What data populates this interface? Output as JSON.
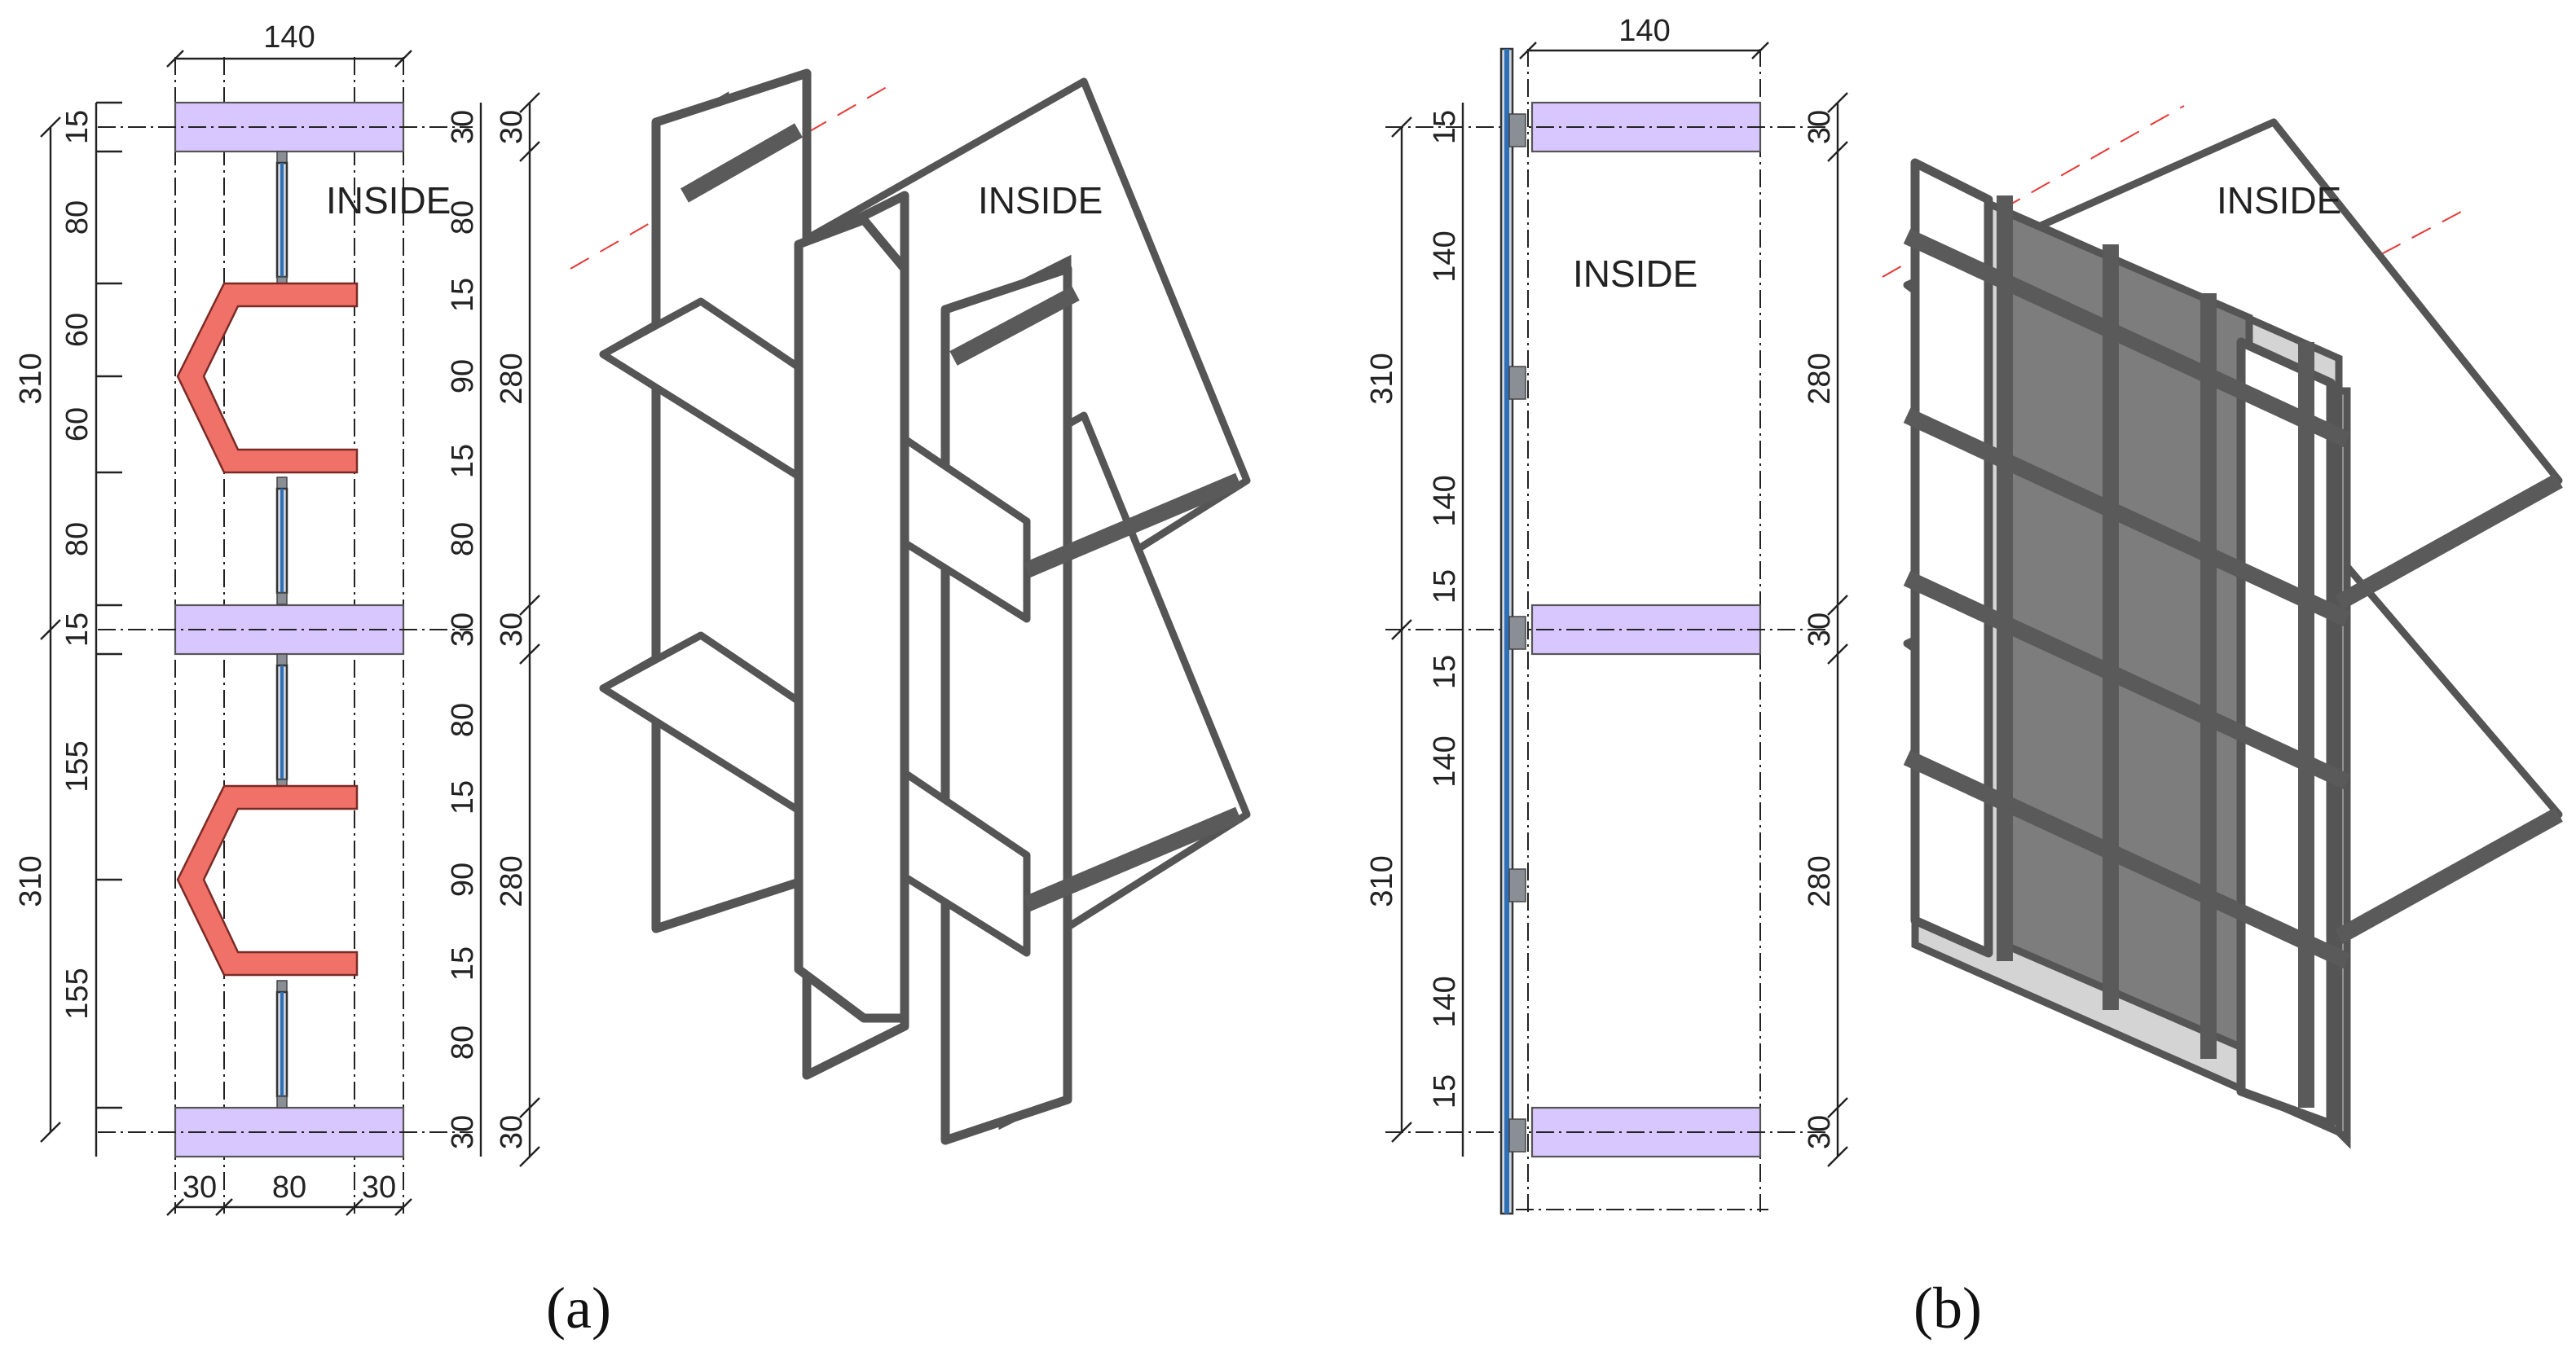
{
  "panel_a": {
    "caption": "(a)",
    "inside_plan": "INSIDE",
    "inside_iso": "INSIDE",
    "top_width": "140",
    "left_dims": {
      "s1": "15",
      "w1": "80",
      "f1": "60",
      "f2": "60",
      "w2": "80",
      "s2": "15",
      "w3": "155",
      "w4": "155",
      "total1": "310",
      "total2": "310"
    },
    "right_dims": {
      "a1": "30",
      "a2": "80",
      "a3": "15",
      "a4": "90",
      "a5": "15",
      "a6": "80",
      "a7": "30",
      "a8": "80",
      "a9": "15",
      "a10": "90",
      "a11": "15",
      "a12": "80",
      "a13": "30"
    },
    "right_outer": {
      "b1": "30",
      "b2": "280",
      "b3": "30",
      "b4": "280",
      "b5": "30"
    },
    "bottom_dims": {
      "l": "30",
      "c": "80",
      "r": "30"
    }
  },
  "panel_b": {
    "caption": "(b)",
    "inside_plan": "INSIDE",
    "inside_iso": "INSIDE",
    "top_width": "140",
    "left_dims": {
      "s1": "15",
      "g1": "140",
      "g2": "140",
      "s2": "15",
      "s3": "15",
      "g3": "140",
      "g4": "140",
      "s4": "15",
      "total1": "310",
      "total2": "310"
    },
    "right_dims": {
      "c1": "30",
      "c2": "280",
      "c3": "30",
      "c4": "280",
      "c5": "30"
    }
  },
  "colors": {
    "slab": "#d8c7ff",
    "fin": "#ef7168",
    "glass": "#2f6fb8",
    "frame": "#555555",
    "pane": "#9a9a9a",
    "guide": "#e53935"
  }
}
